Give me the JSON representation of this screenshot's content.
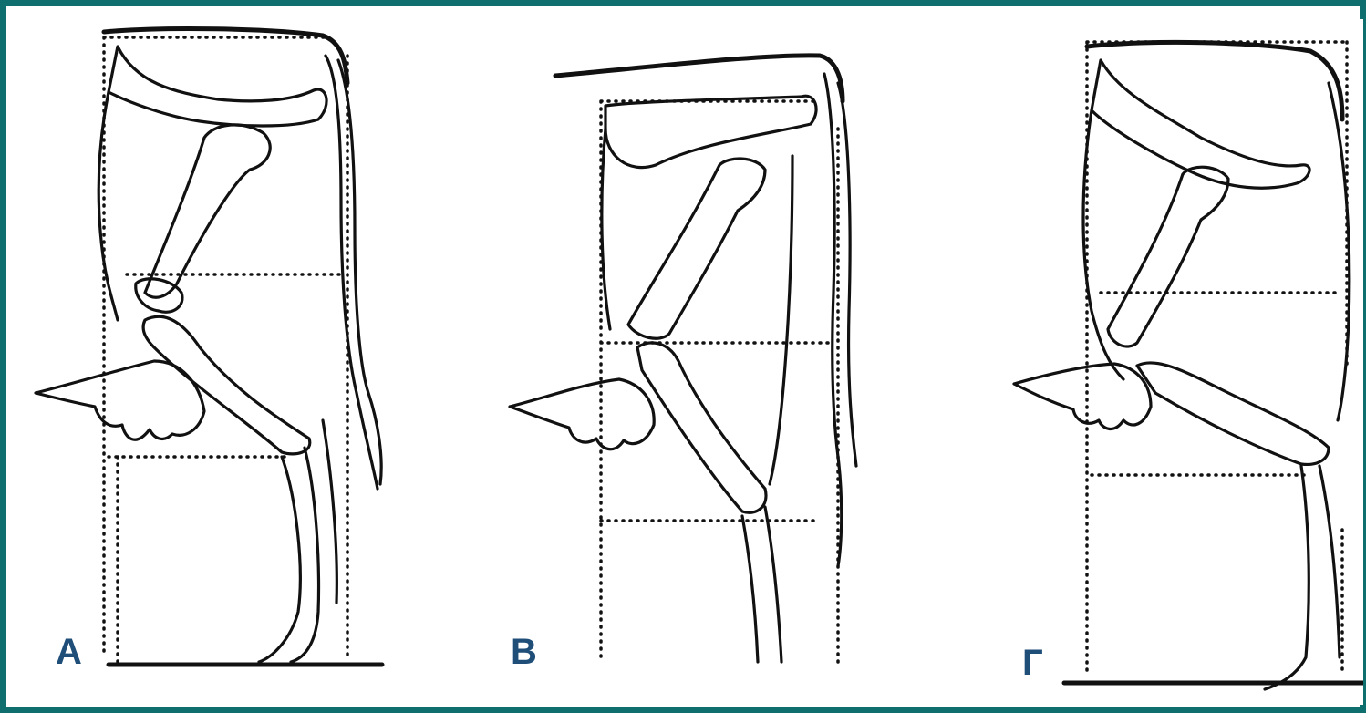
{
  "figure": {
    "panels": [
      {
        "id": "a",
        "label": "А"
      },
      {
        "id": "b",
        "label": "В"
      },
      {
        "id": "g",
        "label": "Г"
      }
    ]
  },
  "colors": {
    "frame": "#0f6e6e",
    "label": "#1f4e79",
    "line": "#111111"
  }
}
